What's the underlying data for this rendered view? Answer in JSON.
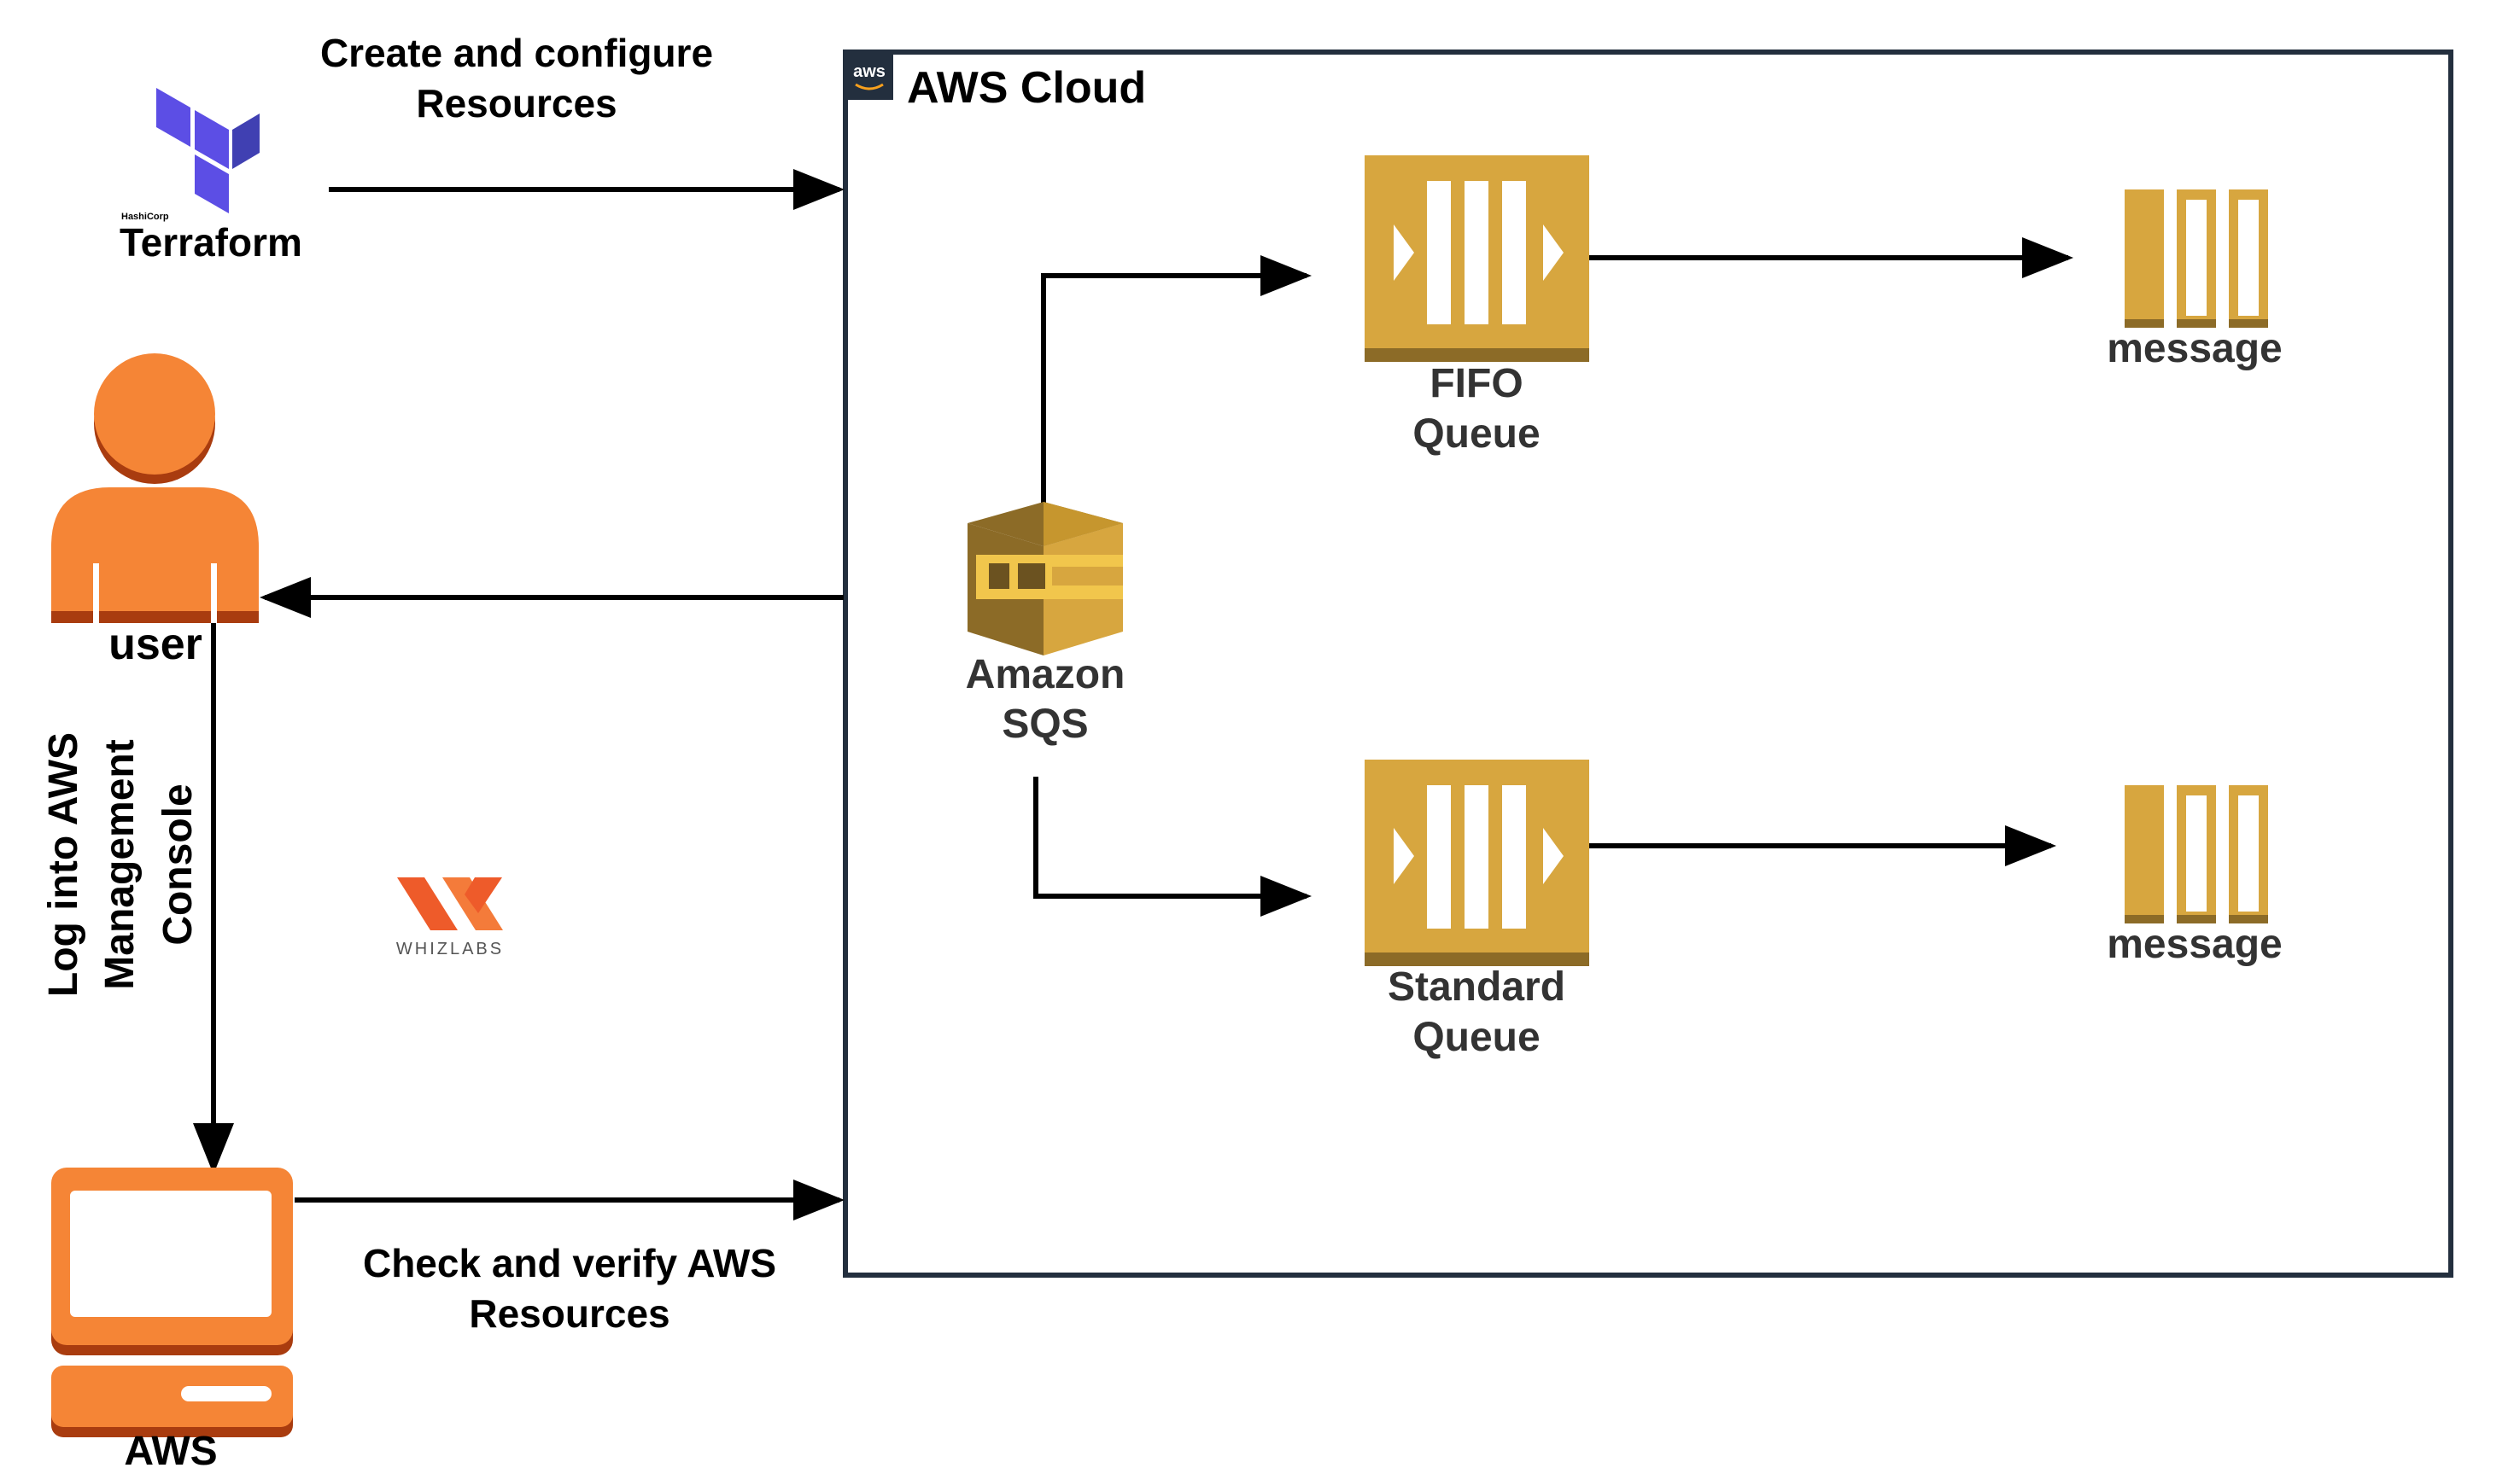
{
  "colors": {
    "aws_border": "#232f3e",
    "sqs_gold": "#d7a63f",
    "sqs_dark": "#8c6b27",
    "sqs_light": "#f1c64c",
    "user_orange": "#f58536",
    "user_dark": "#a93c0f",
    "terraform_purple": "#5c4ee5",
    "arrow": "#000000",
    "whizlabs_orange": "#ee5b2a"
  },
  "terraform": {
    "brand": "HashiCorp",
    "name": "Terraform"
  },
  "labels": {
    "create_line1": "Create and configure",
    "create_line2": "Resources",
    "aws_cloud": "AWS Cloud",
    "aws_badge": "aws",
    "fifo_line1": "FIFO",
    "fifo_line2": "Queue",
    "standard_line1": "Standard",
    "standard_line2": "Queue",
    "sqs_line1": "Amazon",
    "sqs_line2": "SQS",
    "message_top": "message",
    "message_bottom": "message",
    "user": "user",
    "login_line1": "Log into AWS",
    "login_line2": "Management",
    "login_line3": "Console",
    "check_line1": "Check and verify AWS",
    "check_line2": "Resources",
    "aws_computer": "AWS",
    "whizlabs": "WHIZLABS"
  },
  "icons": {
    "terraform": "terraform-logo-icon",
    "user": "user-icon",
    "computer": "desktop-computer-icon",
    "sqs": "amazon-sqs-icon",
    "queue": "sqs-queue-icon",
    "message": "sqs-message-icon",
    "whizlabs": "whizlabs-logo-icon",
    "aws": "aws-logo-icon"
  }
}
